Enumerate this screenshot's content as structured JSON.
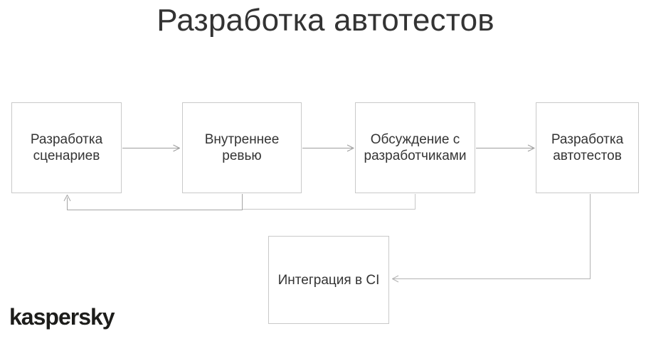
{
  "page": {
    "title": "Разработка автотестов"
  },
  "logo": {
    "text": "kaspersky"
  },
  "diagram": {
    "nodes": [
      {
        "id": "scenarios",
        "label": "Разработка\nсценариев"
      },
      {
        "id": "internal-review",
        "label": "Внутреннее\nревью"
      },
      {
        "id": "dev-discussion",
        "label": "Обсуждение с\nразработчиками"
      },
      {
        "id": "autotest-dev",
        "label": "Разработка\nавтотестов"
      },
      {
        "id": "ci-integration",
        "label": "Интеграция в CI"
      }
    ],
    "edges": [
      {
        "from": "scenarios",
        "to": "internal-review",
        "type": "forward"
      },
      {
        "from": "internal-review",
        "to": "dev-discussion",
        "type": "forward"
      },
      {
        "from": "dev-discussion",
        "to": "autotest-dev",
        "type": "forward"
      },
      {
        "from": "autotest-dev",
        "to": "ci-integration",
        "type": "forward"
      },
      {
        "from": "internal-review",
        "to": "scenarios",
        "type": "feedback"
      },
      {
        "from": "dev-discussion",
        "to": "scenarios",
        "type": "feedback"
      }
    ]
  },
  "colors": {
    "background": "#ffffff",
    "box_border": "#c9c9c9",
    "box_fill": "#ffffff",
    "label_text": "#343434",
    "title_text": "#333333",
    "edge_forward": "#9d9d9d",
    "edge_to_ci": "#b3b3b3",
    "edge_feedback_dark": "#a5a5a5",
    "edge_feedback_light": "#c7c7c7",
    "logo_text": "#1d1d1b"
  }
}
